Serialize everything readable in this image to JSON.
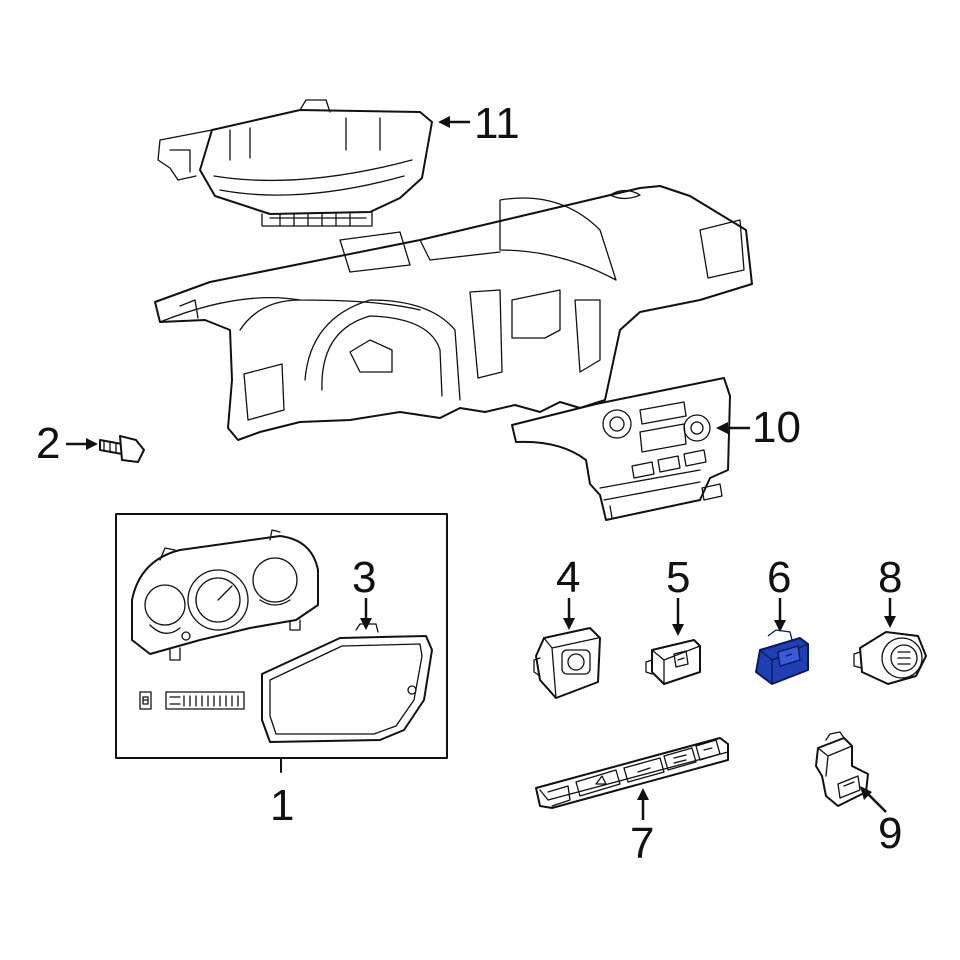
{
  "callouts": {
    "c1": "1",
    "c2": "2",
    "c3": "3",
    "c4": "4",
    "c5": "5",
    "c6": "6",
    "c7": "7",
    "c8": "8",
    "c9": "9",
    "c10": "10",
    "c11": "11"
  },
  "colors": {
    "line": "#111111",
    "background": "#ffffff",
    "highlight": "#1f3fb3"
  },
  "highlighted_part": "6"
}
